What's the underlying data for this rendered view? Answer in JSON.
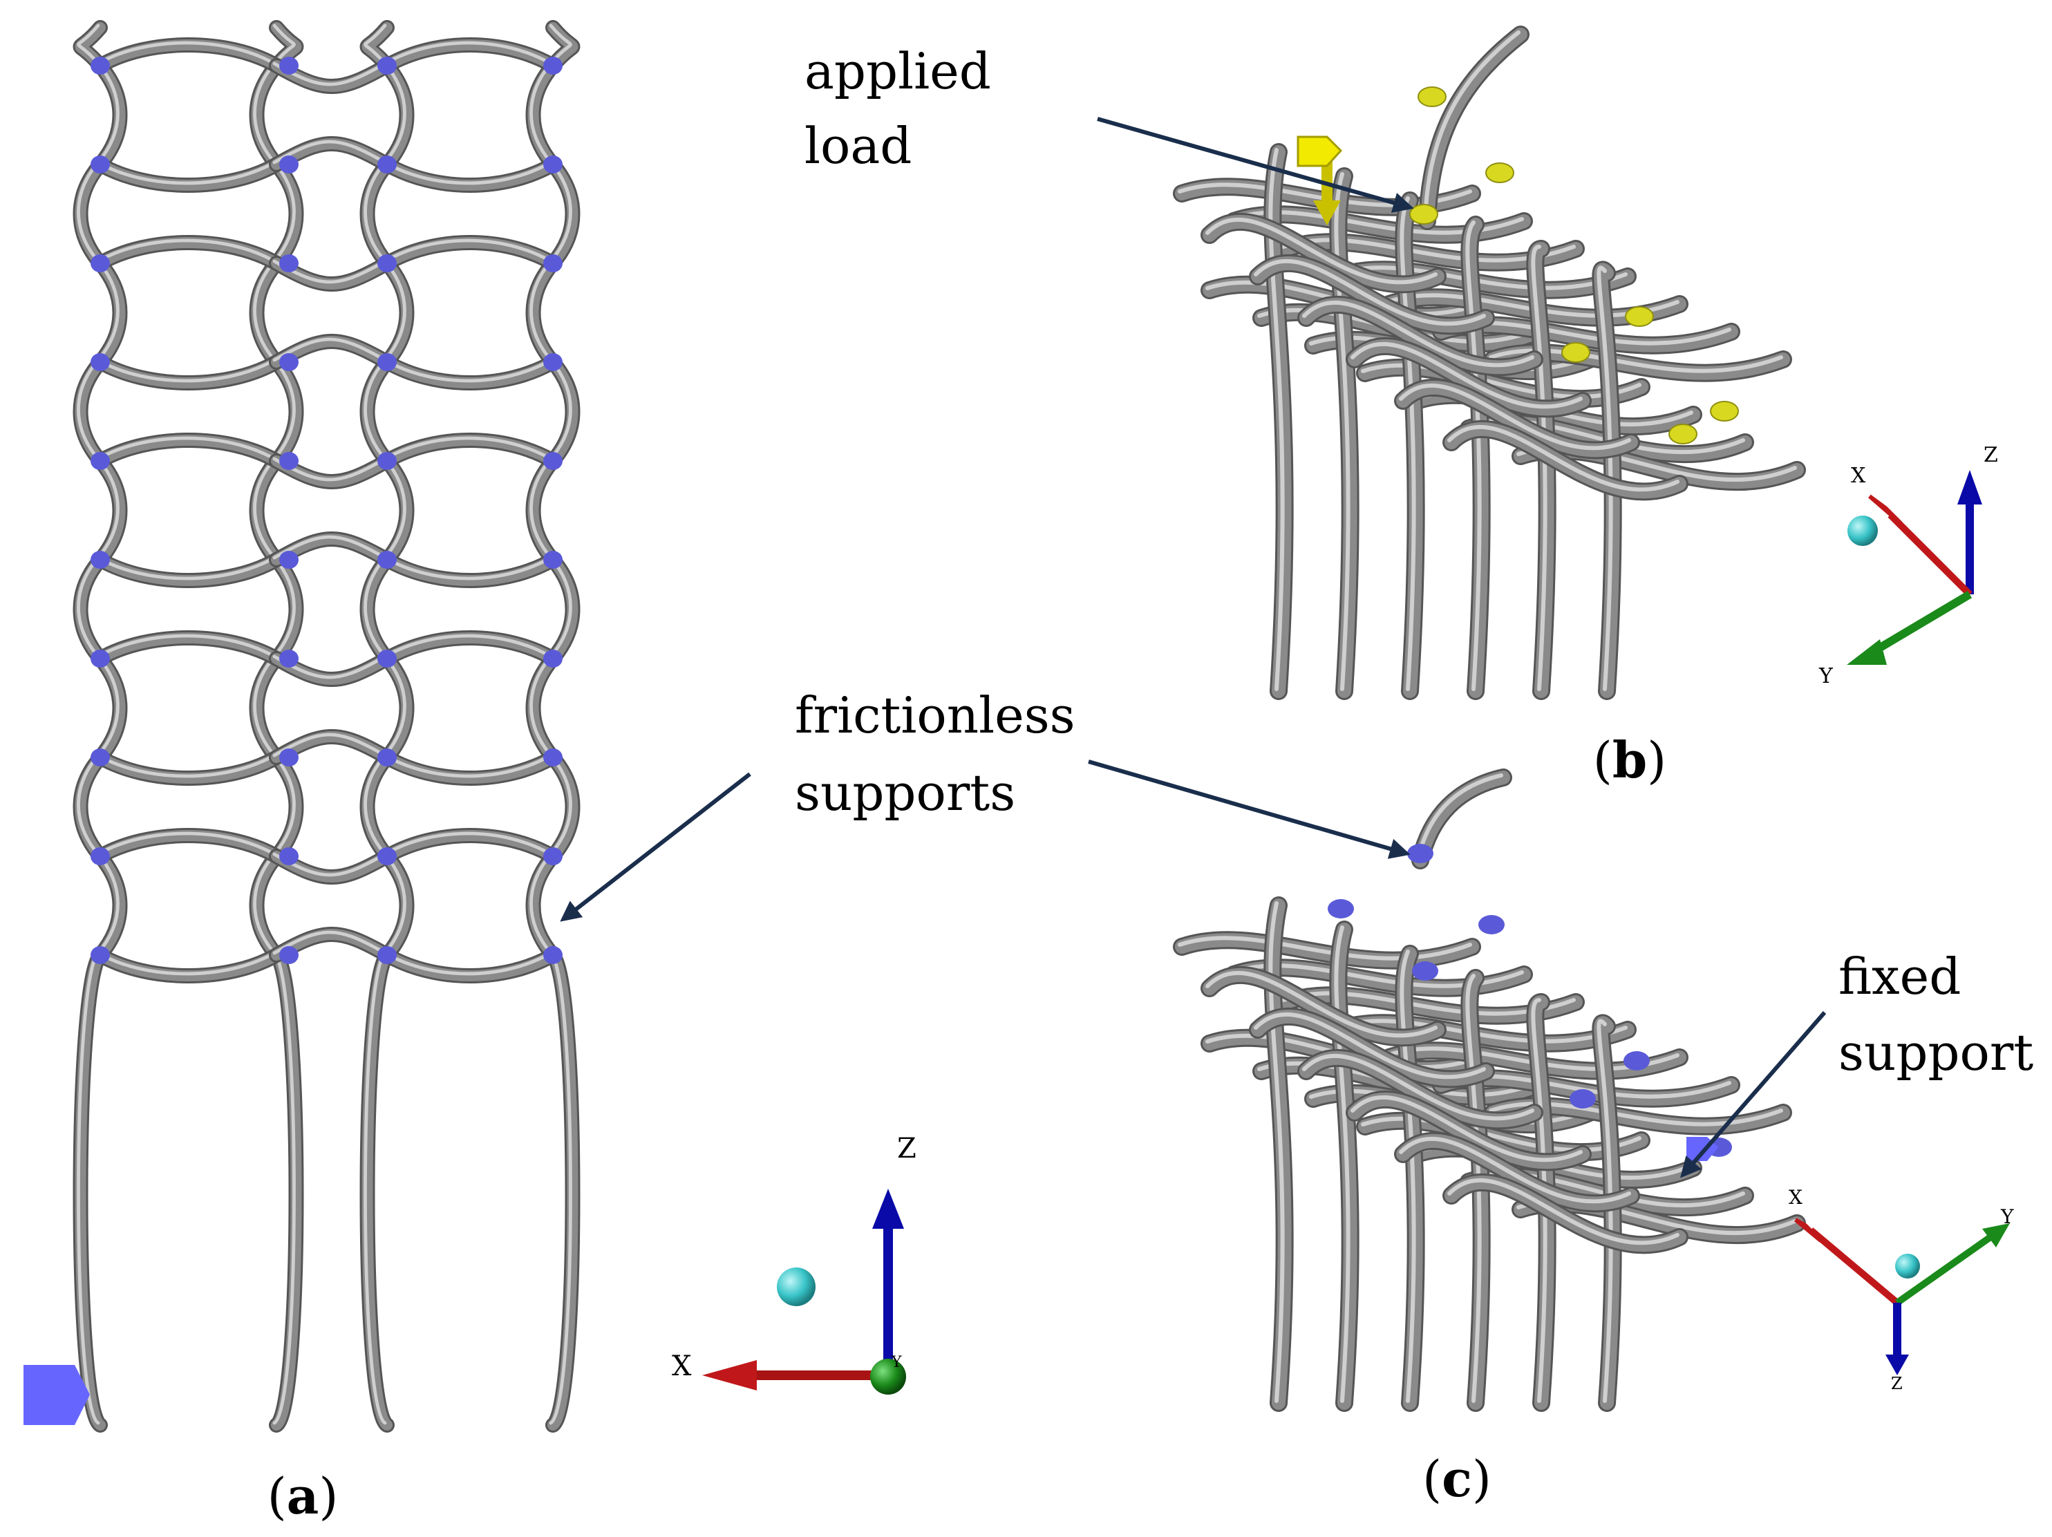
{
  "panel_labels": {
    "a": "a",
    "b": "b",
    "c": "c"
  },
  "annotations": {
    "applied_load": [
      "applied",
      "load"
    ],
    "frictionless_supports": [
      "frictionless",
      "supports"
    ],
    "fixed_support": [
      "fixed",
      "support"
    ]
  },
  "axis_triads": {
    "a": {
      "z": "Z",
      "x": "X",
      "y": "Y"
    },
    "b": {
      "x": "X",
      "z": "Z",
      "y": "Y"
    },
    "c": {
      "x": "X",
      "y": "Y",
      "z": "Z"
    }
  },
  "colors": {
    "strut": "#8a8a8a",
    "frictionless_support_marker": "#5a5ad8",
    "applied_load_marker": "#d8d820",
    "fixed_support_marker": "#6666ff",
    "load_arrow": "#f2ea00",
    "arrow": "#1a2e4c",
    "axis_x": "#c0181a",
    "axis_y": "#1a8a1a",
    "axis_z": "#0a0aa8",
    "origin_sphere": "#39c4c8"
  }
}
